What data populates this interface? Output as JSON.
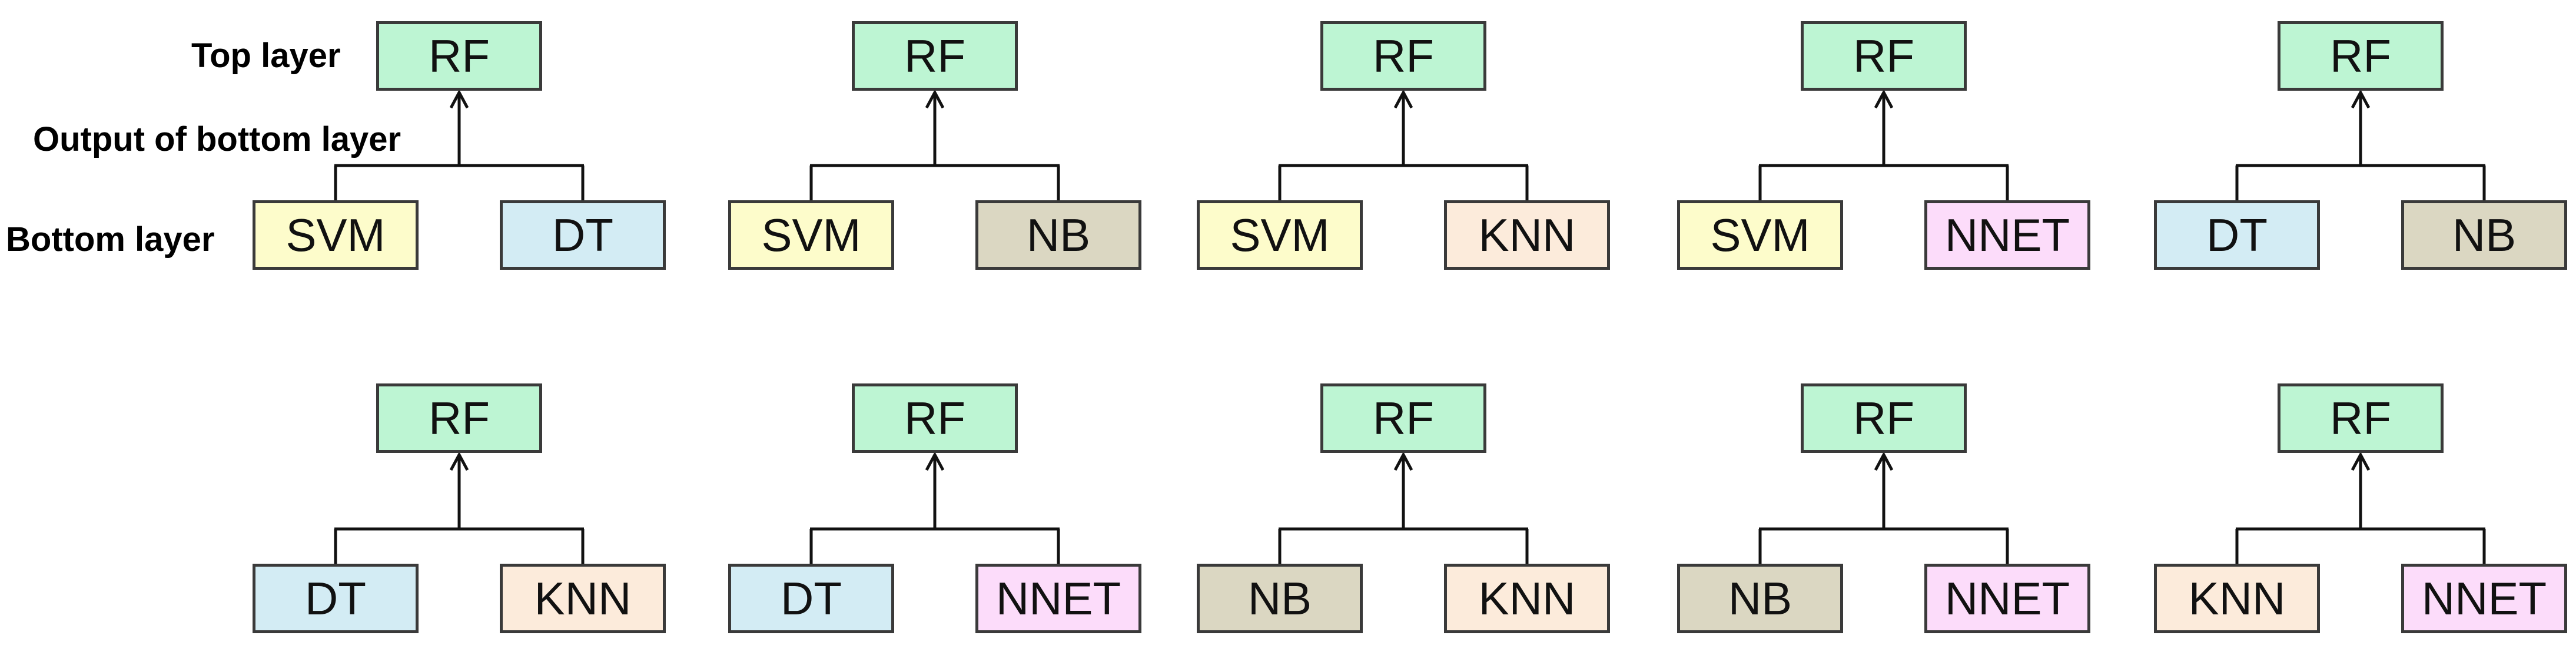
{
  "labels": {
    "top_layer": "Top layer",
    "output": "Output of bottom layer",
    "bottom_layer": "Bottom  layer"
  },
  "colors": {
    "RF": "#bdf5d3",
    "SVM": "#fdfccb",
    "DT": "#d3ecf4",
    "NB": "#dbd7c2",
    "KNN": "#fcebdb",
    "NNET": "#fcdcfa"
  },
  "stacks": [
    {
      "top": "RF",
      "left": "SVM",
      "right": "DT"
    },
    {
      "top": "RF",
      "left": "SVM",
      "right": "NB"
    },
    {
      "top": "RF",
      "left": "SVM",
      "right": "KNN"
    },
    {
      "top": "RF",
      "left": "SVM",
      "right": "NNET"
    },
    {
      "top": "RF",
      "left": "DT",
      "right": "NB"
    },
    {
      "top": "RF",
      "left": "DT",
      "right": "KNN"
    },
    {
      "top": "RF",
      "left": "DT",
      "right": "NNET"
    },
    {
      "top": "RF",
      "left": "NB",
      "right": "KNN"
    },
    {
      "top": "RF",
      "left": "NB",
      "right": "NNET"
    },
    {
      "top": "RF",
      "left": "KNN",
      "right": "NNET"
    }
  ]
}
